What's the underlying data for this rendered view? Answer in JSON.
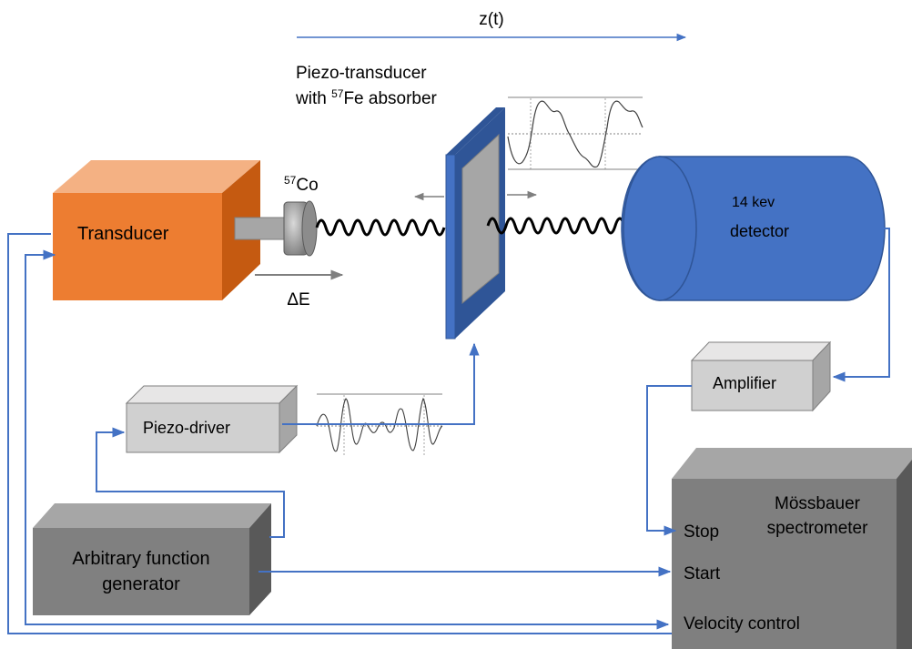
{
  "top_arrow": {
    "label": "z(t)"
  },
  "absorber": {
    "label_line1": "Piezo-transducer",
    "label_line2_prefix": "with ",
    "label_line2_sup": "57",
    "label_line2_suffix": "Fe absorber"
  },
  "source": {
    "sup": "57",
    "label": "Co"
  },
  "transducer": {
    "label": "Transducer",
    "shift_label": "ΔE"
  },
  "detector": {
    "line1": "14 kev",
    "line2": "detector"
  },
  "amplifier": {
    "label": "Amplifier"
  },
  "piezo_driver": {
    "label": "Piezo-driver"
  },
  "generator": {
    "line1": "Arbitrary function",
    "line2": "generator"
  },
  "spectrometer": {
    "title_line1": "Mössbauer",
    "title_line2": "spectrometer",
    "stop": "Stop",
    "start": "Start",
    "velocity": "Velocity control"
  },
  "colors": {
    "wire": "#4472c4",
    "transducer": "#ed7d31",
    "detector": "#4472c4",
    "spectrometer": "#7f7f7f",
    "generator": "#808080",
    "light_box": "#d0d0d0"
  }
}
